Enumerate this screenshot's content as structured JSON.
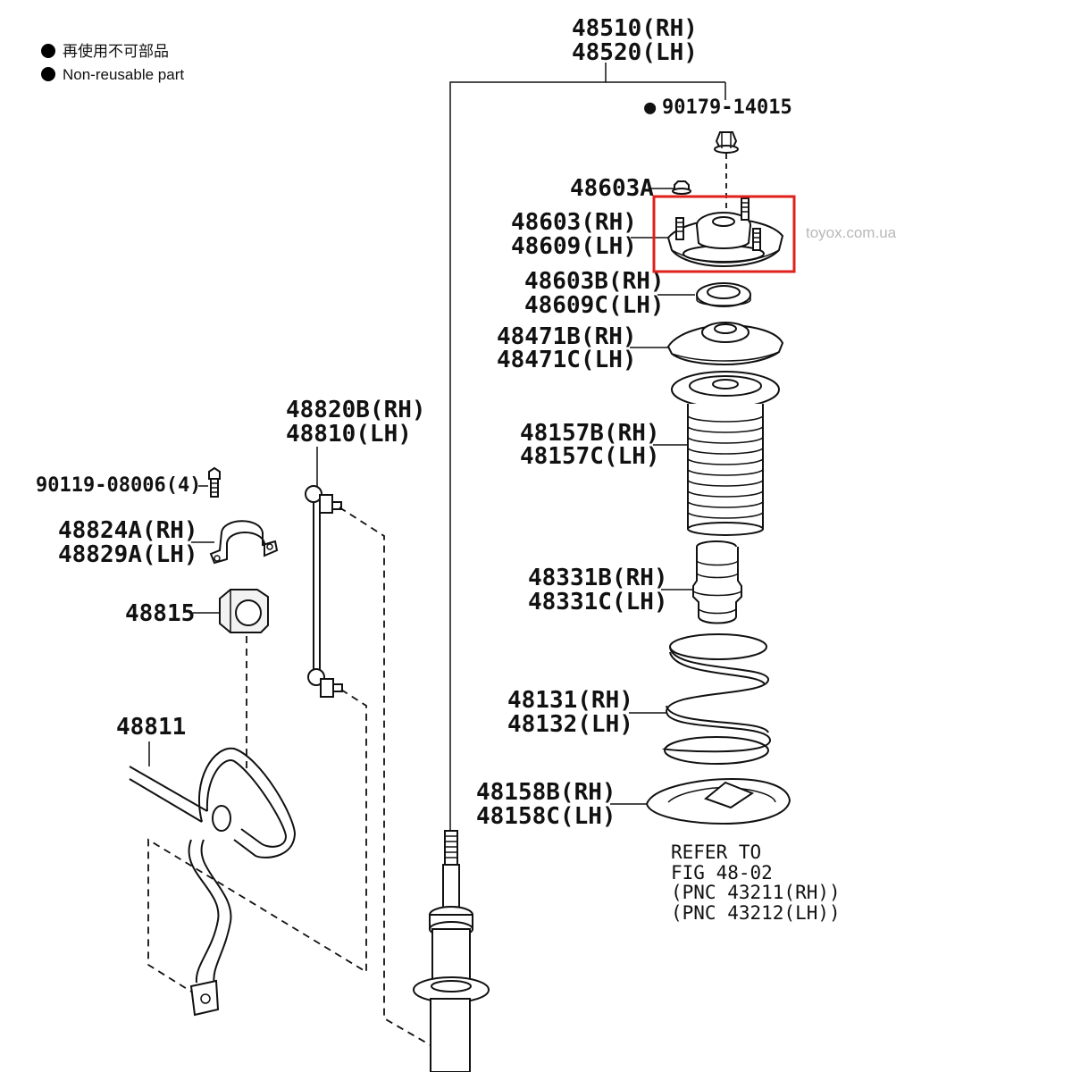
{
  "legend": {
    "bullet_color": "#000000",
    "line_cn": "再使用不可部品",
    "line_en": "Non-reusable part"
  },
  "watermark": "toyox.com.ua",
  "highlight_color": "#e0201b",
  "labels": {
    "strut_rh": "48510(RH)",
    "strut_lh": "48520(LH)",
    "nut_bullet": "●",
    "nut": "90179-14015",
    "bolt_a": "48603A",
    "mount_rh": "48603(RH)",
    "mount_lh": "48609(LH)",
    "bearing_rh": "48603B(RH)",
    "bearing_lh": "48609C(LH)",
    "seat_rh": "48471B(RH)",
    "seat_lh": "48471C(LH)",
    "boot_rh": "48157B(RH)",
    "boot_lh": "48157C(LH)",
    "bumper_rh": "48331B(RH)",
    "bumper_lh": "48331C(LH)",
    "spring_rh": "48131(RH)",
    "spring_lh": "48132(LH)",
    "insulator_rh": "48158B(RH)",
    "insulator_lh": "48158C(LH)",
    "link_rh": "48820B(RH)",
    "link_lh": "48810(LH)",
    "bolt": "90119-08006(4)",
    "bracket_rh": "48824A(RH)",
    "bracket_lh": "48829A(LH)",
    "bushing": "48815",
    "stabilizer": "48811"
  },
  "refer_note": {
    "line1": "REFER TO",
    "line2": "FIG 48-02",
    "line3": "(PNC 43211(RH))",
    "line4": "(PNC 43212(LH))"
  }
}
